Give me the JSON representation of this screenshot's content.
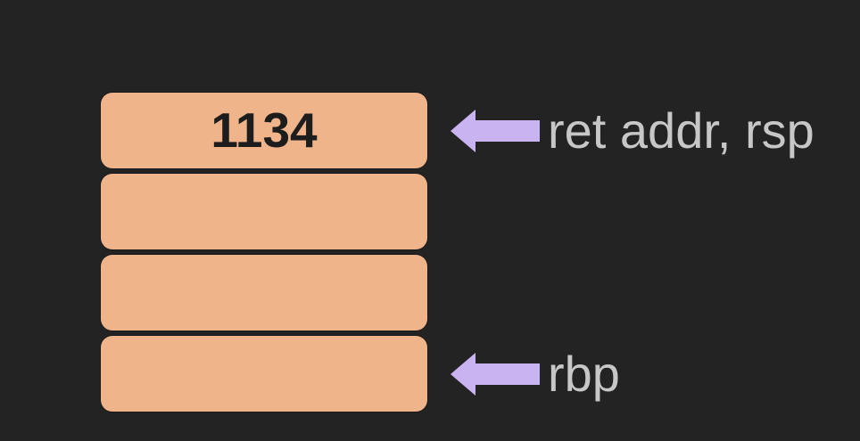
{
  "diagram": {
    "type": "memory-stack-diagram",
    "colors": {
      "background": "#232323",
      "cell_fill": "#f0b48a",
      "cell_text": "#1d1d1d",
      "arrow_fill": "#c9b4f1",
      "label_text": "#c7c7c7"
    },
    "stack": {
      "cells": [
        {
          "value": "1134",
          "annotation": "ret addr, rsp",
          "arrow_icon": "left-arrow-icon"
        },
        {
          "value": "",
          "annotation": ""
        },
        {
          "value": "",
          "annotation": ""
        },
        {
          "value": "",
          "annotation": "rbp",
          "arrow_icon": "left-arrow-icon"
        }
      ]
    }
  }
}
